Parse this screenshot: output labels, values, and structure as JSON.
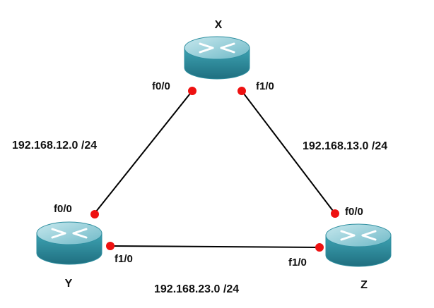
{
  "routers": [
    {
      "id": "X",
      "name": "X"
    },
    {
      "id": "Y",
      "name": "Y"
    },
    {
      "id": "Z",
      "name": "Z"
    }
  ],
  "links": [
    {
      "id": "X-Y",
      "network": "192.168.12.0 /24",
      "ends": [
        {
          "router": "X",
          "iface": "f0/0"
        },
        {
          "router": "Y",
          "iface": "f0/0"
        }
      ]
    },
    {
      "id": "X-Z",
      "network": "192.168.13.0 /24",
      "ends": [
        {
          "router": "X",
          "iface": "f1/0"
        },
        {
          "router": "Z",
          "iface": "f0/0"
        }
      ]
    },
    {
      "id": "Y-Z",
      "network": "192.168.23.0 /24",
      "ends": [
        {
          "router": "Y",
          "iface": "f1/0"
        },
        {
          "router": "Z",
          "iface": "f1/0"
        }
      ]
    }
  ],
  "colors": {
    "link_line": "#000000",
    "port_dot": "#ee1111",
    "router_body": "#2f8fa0",
    "router_top": "#9fd3dd",
    "router_arrows": "#ffffff"
  },
  "icons": {
    "router": "router-icon"
  }
}
